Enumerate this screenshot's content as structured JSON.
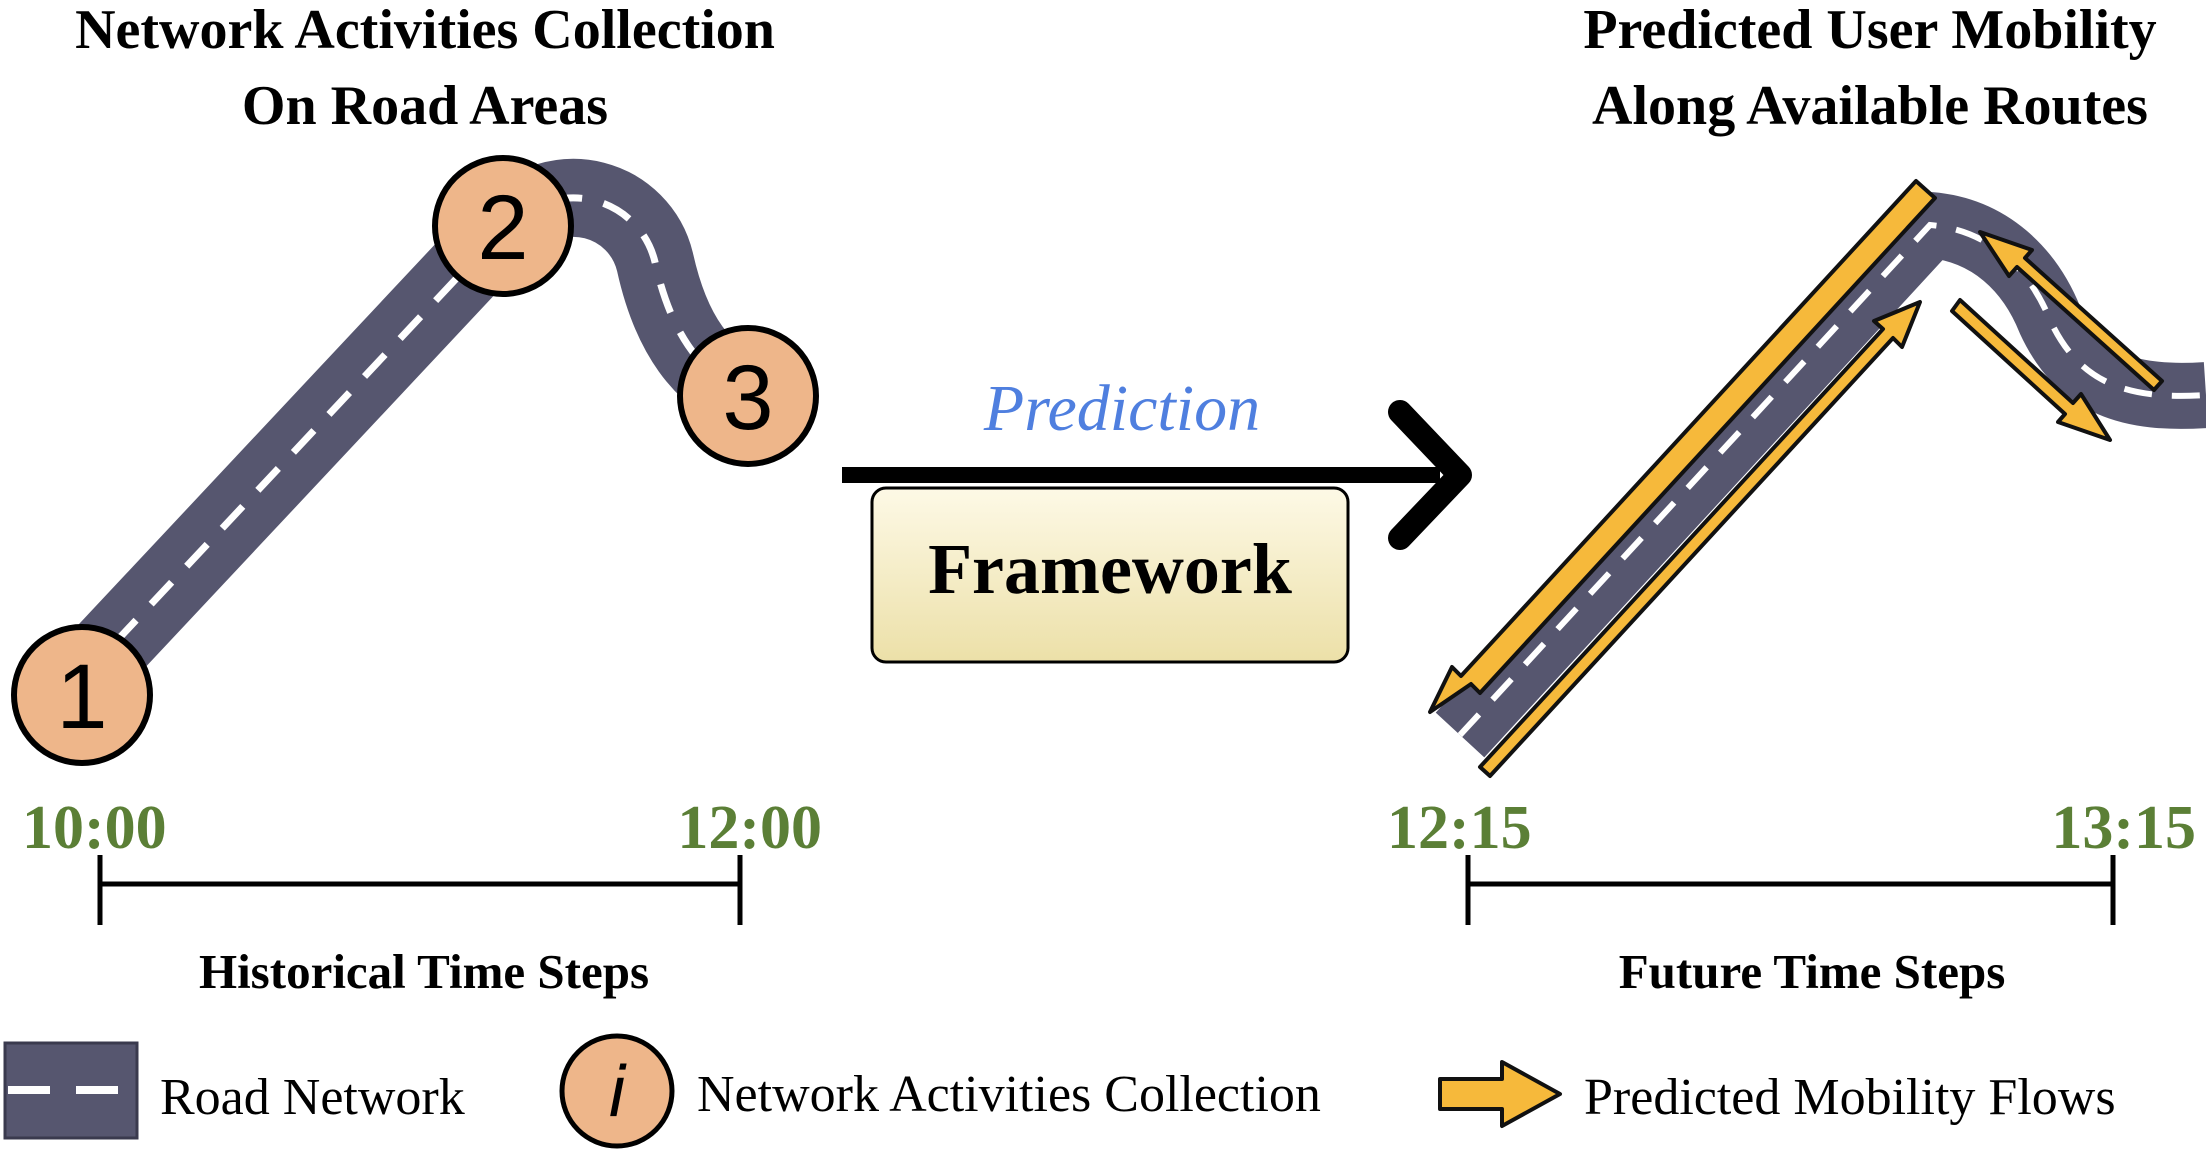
{
  "left_title": {
    "line1": "Network Activities Collection",
    "line2": "On Road Areas"
  },
  "right_title": {
    "line1": "Predicted User Mobility",
    "line2": "Along Available Routes"
  },
  "prediction_label": "Prediction",
  "framework_label": "Framework",
  "nodes": [
    {
      "label": "1"
    },
    {
      "label": "2"
    },
    {
      "label": "3"
    }
  ],
  "historical": {
    "start": "10:00",
    "end": "12:00",
    "label": "Historical Time Steps"
  },
  "future": {
    "start": "12:15",
    "end": "13:15",
    "label": "Future Time Steps"
  },
  "legend": {
    "road": "Road Network",
    "activity_symbol": "i",
    "activity": "Network Activities Collection",
    "flow": "Predicted Mobility Flows"
  },
  "colors": {
    "road": "#56566f",
    "road_border": "#3a3a4e",
    "node_fill": "#eeb68a",
    "time_green": "#5b7f36",
    "prediction_blue": "#4f7fdf",
    "arrow_fill": "#f6b93b",
    "framework_fill": "#f6eec6"
  }
}
